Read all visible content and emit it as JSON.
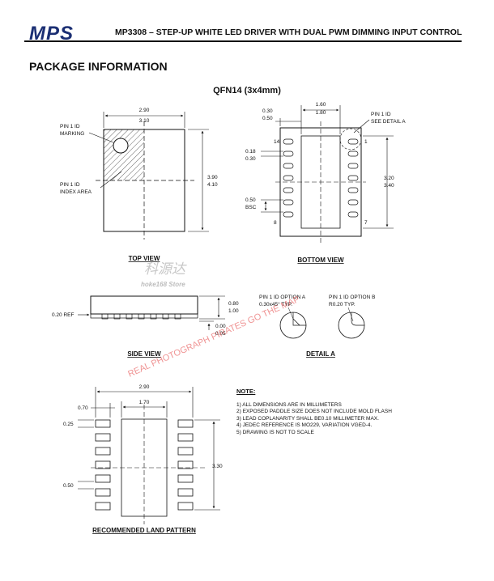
{
  "header": {
    "logo": "MPS",
    "title": "MP3308 – STEP-UP WHITE LED DRIVER WITH DUAL PWM DIMMING INPUT CONTROL"
  },
  "section_title": "PACKAGE INFORMATION",
  "package_title": "QFN14 (3x4mm)",
  "top_view": {
    "caption": "TOP VIEW",
    "w_min": "2.90",
    "w_max": "3.10",
    "h_min": "3.90",
    "h_max": "4.10",
    "pin1_marking": [
      "PIN 1 ID",
      "MARKING"
    ],
    "pin1_index": [
      "PIN 1 ID",
      "INDEX AREA"
    ]
  },
  "bottom_view": {
    "caption": "BOTTOM VIEW",
    "pad_w_min": "1.60",
    "pad_w_max": "1.80",
    "pad_h_min": "3.20",
    "pad_h_max": "3.40",
    "edge_min": "0.30",
    "edge_max": "0.50",
    "lead_min": "0.18",
    "lead_max": "0.30",
    "pitch": "0.50",
    "pitch_label": "BSC",
    "pin_labels": [
      "14",
      "1",
      "8",
      "7"
    ],
    "pin1_id": [
      "PIN 1 ID",
      "SEE DETAIL A"
    ]
  },
  "side_view": {
    "caption": "SIDE VIEW",
    "ref": "0.20 REF",
    "h_min": "0.80",
    "h_max": "1.00",
    "s_min": "0.00",
    "s_max": "0.05"
  },
  "detail_a": {
    "caption": "DETAIL A",
    "option_a": [
      "PIN 1 ID OPTION A",
      "0.30x45° TYP."
    ],
    "option_b": [
      "PIN 1 ID OPTION B",
      "R0.20 TYP."
    ]
  },
  "land_pattern": {
    "caption": "RECOMMENDED LAND PATTERN",
    "total_w": "2.90",
    "pad_w": "1.70",
    "pad_len": "0.70",
    "pad_wid": "0.25",
    "pitch": "0.50",
    "height": "3.30"
  },
  "notes": {
    "title": "NOTE:",
    "items": [
      "1) ALL DIMENSIONS ARE IN MILLIMETERS",
      "2) EXPOSED PADDLE SIZE DOES NOT INCLUDE MOLD FLASH",
      "3) LEAD COPLANARITY SHALL BE0.10 MILLIMETER MAX.",
      "4) JEDEC REFERENCE IS MO229, VARIATION VGED-4.",
      "5) DRAWING IS NOT TO SCALE"
    ]
  },
  "watermarks": {
    "cn": "科源达",
    "store": "hoke168 Store",
    "diag": "REAL PHOTOGRAPH PIRATES GO THE MAP"
  }
}
